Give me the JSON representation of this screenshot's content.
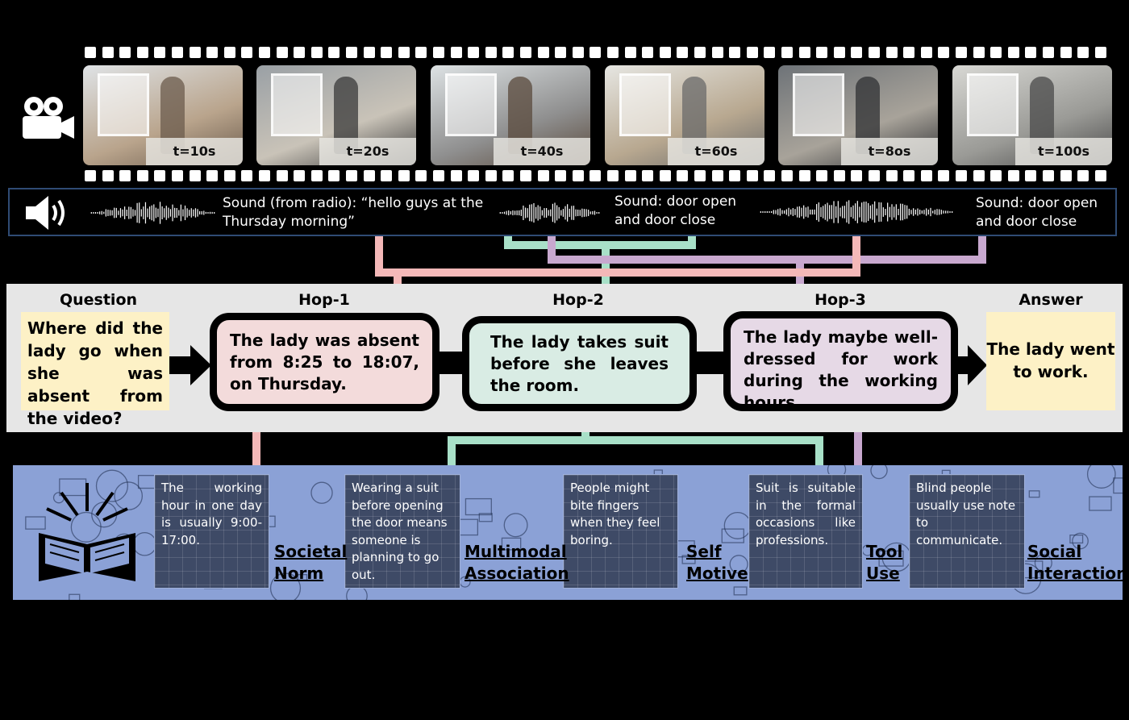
{
  "video": {
    "frames": [
      {
        "label": "t=10s"
      },
      {
        "label": "t=20s"
      },
      {
        "label": "t=40s"
      },
      {
        "label": "t=60s"
      },
      {
        "label": "t=8os"
      },
      {
        "label": "t=100s"
      }
    ]
  },
  "audio": {
    "clips": [
      {
        "line1": "Sound (from radio): “hello guys at the",
        "line2": "Thursday morning”"
      },
      {
        "line1": "Sound: door open",
        "line2": "and door close"
      },
      {
        "line1": "Sound: door open",
        "line2": "and door close"
      }
    ]
  },
  "reasoning": {
    "question_header": "Question",
    "question": "Where did the lady go when she was absent from the video?",
    "hop1_header": "Hop-1",
    "hop1": "The lady was absent from 8:25 to 18:07, on Thursday.",
    "hop2_header": "Hop-2",
    "hop2": "The lady takes suit before she leaves the room.",
    "hop3_header": "Hop-3",
    "hop3": "The lady maybe well-dressed for work during the working hours.",
    "answer_header": "Answer",
    "answer": "The lady went to work."
  },
  "knowledge": {
    "cards": [
      {
        "text": "The working hour in one day is usually 9:00-17:00."
      },
      {
        "text": "Wearing a suit before opening the door means someone is planning to go out."
      },
      {
        "text": "People might bite fingers when they feel boring."
      },
      {
        "text": "Suit is suitable in the formal occasions like professions."
      },
      {
        "text": "Blind people usually use note to communicate."
      }
    ],
    "labels": [
      {
        "line1": "Societal",
        "line2": "Norm"
      },
      {
        "line1": "Multimodal",
        "line2": "Association"
      },
      {
        "line1": "Self",
        "line2": "Motive"
      },
      {
        "line1": "Tool",
        "line2": "Use"
      },
      {
        "line1": "Social",
        "line2": "Interaction"
      }
    ]
  },
  "colors": {
    "hop1": "#f3dbdb",
    "hop2": "#d9ece4",
    "hop3": "#e6d9e6",
    "link_pink": "#f4b8b8",
    "link_green": "#a8e0c8",
    "link_purple": "#c8a8cf",
    "qa_bg": "#fdf1c6",
    "band": "#e6e6e6",
    "knowledge_band": "#8ba1d6"
  },
  "icons": [
    "video-camera-icon",
    "speaker-icon",
    "book-icon"
  ]
}
